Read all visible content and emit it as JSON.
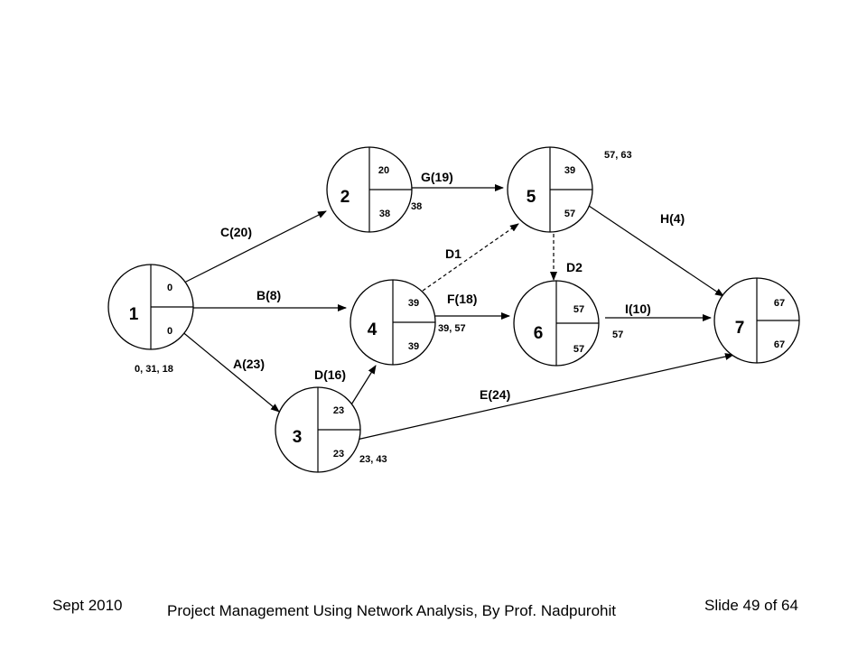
{
  "nodes": {
    "n1": {
      "num": "1",
      "top": "0",
      "bottom": "0"
    },
    "n2": {
      "num": "2",
      "top": "20",
      "bottom": "38"
    },
    "n3": {
      "num": "3",
      "top": "23",
      "bottom": "23"
    },
    "n4": {
      "num": "4",
      "top": "39",
      "bottom": "39"
    },
    "n5": {
      "num": "5",
      "top": "39",
      "bottom": "57"
    },
    "n6": {
      "num": "6",
      "top": "57",
      "bottom": "57"
    },
    "n7": {
      "num": "7",
      "top": "67",
      "bottom": "67"
    }
  },
  "activities": {
    "a": "A(23)",
    "b": "B(8)",
    "c": "C(20)",
    "d": "D(16)",
    "e": "E(24)",
    "f": "F(18)",
    "g": "G(19)",
    "h": "H(4)",
    "i": "I(10)",
    "d1": "D1",
    "d2": "D2"
  },
  "annotations": {
    "n1_floats": "0, 31, 18",
    "n2_out": "38",
    "n3_out": "23, 43",
    "n4_out": "39, 57",
    "n5_out": "57, 63",
    "n6_out": "57"
  },
  "footer": {
    "left": "Sept 2010",
    "center": "Project Management Using Network Analysis, By Prof. Nadpurohit",
    "right": "Slide 49 of 64"
  }
}
